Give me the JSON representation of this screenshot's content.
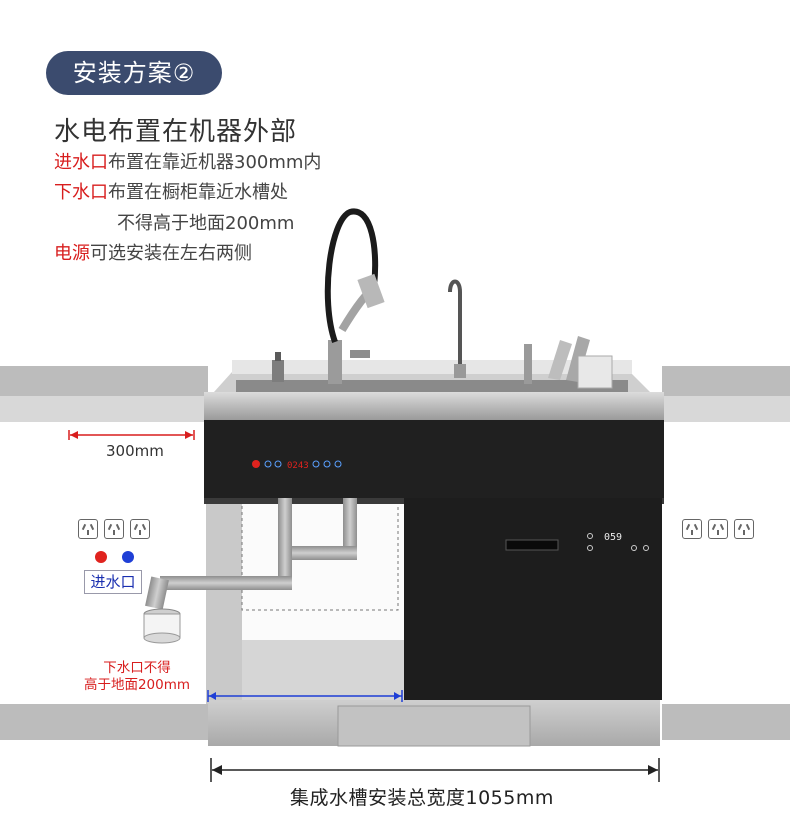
{
  "badge": {
    "label": "安装方案②"
  },
  "heading": "水电布置在机器外部",
  "notes": [
    {
      "highlight": "进水口",
      "text": "布置在靠近机器300mm内"
    },
    {
      "highlight": "下水口",
      "text": "布置在橱柜靠近水槽处"
    },
    {
      "highlight": "",
      "text": "不得高于地面200mm"
    },
    {
      "highlight": "电源",
      "text": "可选安装在左右两侧"
    }
  ],
  "diagram": {
    "distance_label": "300mm",
    "inlet_label": "进水口",
    "drain_caption_line1": "下水口不得",
    "drain_caption_line2": "高于地面200mm",
    "total_width_label": "集成水槽安装总宽度1055mm",
    "display_time": "0243",
    "dishwasher_display": "059",
    "colors": {
      "hot": "#e0231e",
      "cold": "#1f3fd6",
      "dim_red": "#d81e1e",
      "badge": "#3b4b6e"
    },
    "icons": [
      "faucet-icon",
      "filter-faucet-icon",
      "outlet-icon",
      "hot-water-dot-icon",
      "cold-water-dot-icon"
    ]
  }
}
